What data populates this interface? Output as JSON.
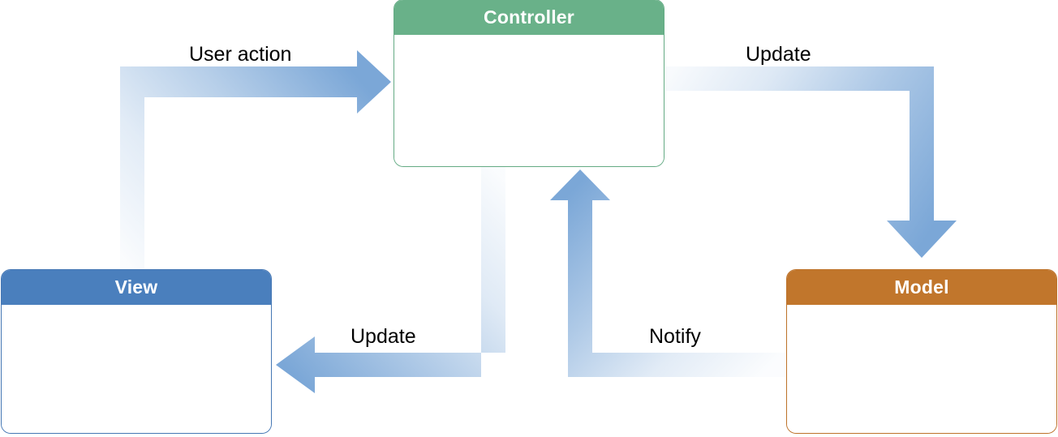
{
  "diagram": {
    "title": "Model-View-Controller flow diagram",
    "type": "flow-diagram",
    "background_color": "#ffffff",
    "nodes": [
      {
        "id": "controller",
        "label": "Controller",
        "header_color": "#69b189",
        "border_color": "#64ab84",
        "body_color": "#ffffff"
      },
      {
        "id": "view",
        "label": "View",
        "header_color": "#4a7fbd",
        "border_color": "#4577b4",
        "body_color": "#ffffff"
      },
      {
        "id": "model",
        "label": "Model",
        "header_color": "#c1762c",
        "border_color": "#bd722a",
        "body_color": "#ffffff"
      }
    ],
    "edges": [
      {
        "id": "user-action",
        "label": "User action",
        "from": "view",
        "to": "controller",
        "color": "#7ba7d7",
        "shape": "elbow-up-right"
      },
      {
        "id": "update-right",
        "label": "Update",
        "from": "controller",
        "to": "model",
        "color": "#7ba7d7",
        "shape": "elbow-right-down"
      },
      {
        "id": "update-bottom",
        "label": "Update",
        "from": "controller",
        "to": "view",
        "color": "#7ba7d7",
        "shape": "elbow-down-left"
      },
      {
        "id": "notify",
        "label": "Notify",
        "from": "model",
        "to": "controller",
        "color": "#7ba7d7",
        "shape": "elbow-left-up"
      }
    ]
  }
}
